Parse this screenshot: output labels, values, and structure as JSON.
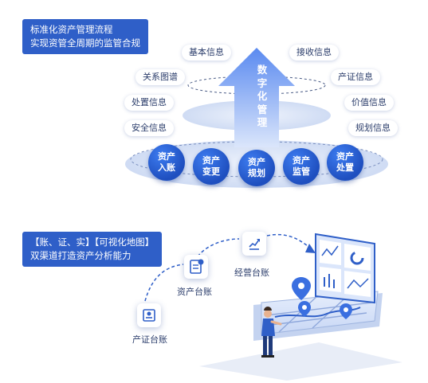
{
  "top_banner": {
    "line1": "标准化资产管理流程",
    "line2": "实现资管全周期的监管合规"
  },
  "center_arrow": {
    "chars": [
      "数",
      "字",
      "化",
      "管",
      "理"
    ]
  },
  "left_pills": [
    "基本信息",
    "关系图谱",
    "处置信息",
    "安全信息"
  ],
  "right_pills": [
    "接收信息",
    "产证信息",
    "价值信息",
    "规划信息"
  ],
  "stages": [
    {
      "l1": "资产",
      "l2": "入账"
    },
    {
      "l1": "资产",
      "l2": "变更"
    },
    {
      "l1": "资产",
      "l2": "规划"
    },
    {
      "l1": "资产",
      "l2": "监管"
    },
    {
      "l1": "资产",
      "l2": "处置"
    }
  ],
  "bottom_banner": {
    "line1": "【账、证、实】【可视化地图】",
    "line2": "双渠道打造资产分析能力"
  },
  "ledgers": [
    {
      "label": "产证台账",
      "icon": "certificate-icon"
    },
    {
      "label": "资产台账",
      "icon": "yuan-document-icon"
    },
    {
      "label": "经营台账",
      "icon": "chart-icon"
    }
  ],
  "colors": {
    "primary": "#2f5fc8",
    "light": "#dfe8f8",
    "text": "#2b3d6b"
  }
}
